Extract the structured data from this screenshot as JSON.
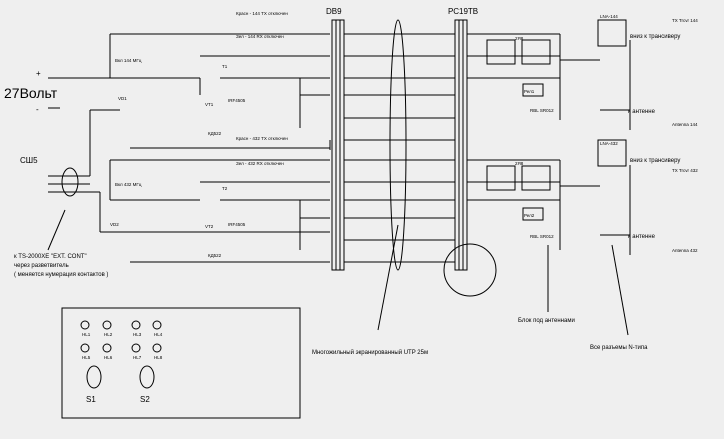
{
  "labels": {
    "supply": "27Вольт",
    "plus": "+",
    "minus": "-",
    "connector_ssh5": "СШ5",
    "db9": "DB9",
    "rc19tv": "РС19ТВ",
    "ts2000_1": "к TS-2000XE \"EXT. CONT\"",
    "ts2000_2": "через разветвитель",
    "ts2000_3": "( меняется нумерация контактов )",
    "cable": "Многожильный экранированный UTP 25м",
    "antenna_block": "Блок под антеннами",
    "n_type": "Все разъемы N-типа",
    "down_tx_1": "вниз к трансиверу",
    "down_tx_2": "вниз к трансиверу",
    "to_ant_1": "к антенне",
    "to_ant_2": "к антенне",
    "s1": "S1",
    "s2": "S2"
  },
  "small_labels": {
    "ind_144_tx": "Красн - 144 TX отключен",
    "ind_144_rx": "Зел - 144 RX отключен",
    "ind_432_tx": "Красн - 432 TX отключен",
    "ind_432_rx": "Зел - 432 RX отключен",
    "sw_144": "Вкл 144 МГц",
    "sw_432": "Вкл 432 МГц",
    "t1": "T1",
    "t2": "T2",
    "irf1": "IRF4505",
    "irf2": "IRF4505",
    "rel1": "Рел1",
    "rel2": "Рел2",
    "rbl1": "RBL SR012",
    "rbl2": "RBL SR012",
    "amp1": "LNA-144",
    "amp2": "LNA-432",
    "ic1": "2Я8",
    "ic2": "2Я8",
    "tx144": "TX Trcvr 144",
    "ant144": "Antenna 144",
    "tx432": "TX Trcvr 432",
    "ant432": "Antenna 432",
    "vd1": "VD1",
    "vd2": "VD2",
    "kd522_1": "КД522",
    "kd522_2": "КД522",
    "vt1": "VT1",
    "vt2": "VT2"
  },
  "panel": {
    "leds": [
      "HL1",
      "HL2",
      "HL3",
      "HL4",
      "HL5",
      "HL6",
      "HL7",
      "HL8"
    ]
  },
  "colors": {
    "background": "#efefef",
    "line": "#000000"
  }
}
